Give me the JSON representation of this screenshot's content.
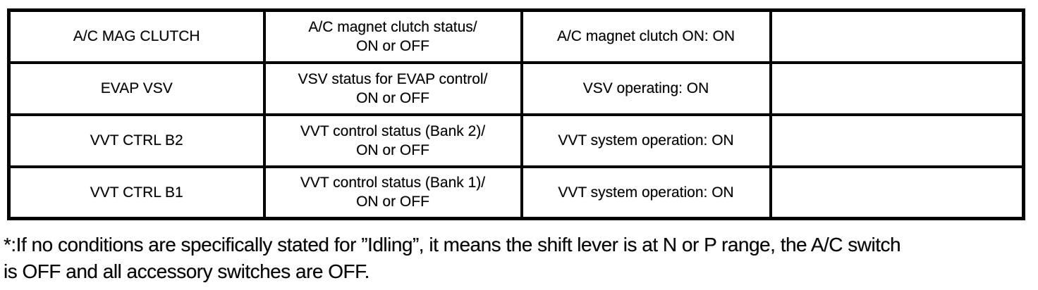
{
  "colors": {
    "ink": "#000000",
    "paper": "#ffffff"
  },
  "table": {
    "rows": [
      {
        "item": "A/C MAG CLUTCH",
        "description": [
          "A/C magnet clutch status/",
          "ON or OFF"
        ],
        "condition": "A/C magnet clutch ON: ON",
        "note": ""
      },
      {
        "item": "EVAP VSV",
        "description": [
          "VSV status for EVAP control/",
          "ON or OFF"
        ],
        "condition": "VSV operating: ON",
        "note": ""
      },
      {
        "item": "VVT CTRL B2",
        "description": [
          "VVT control status (Bank 2)/",
          "ON or OFF"
        ],
        "condition": "VVT system operation: ON",
        "note": ""
      },
      {
        "item": "VVT CTRL B1",
        "description": [
          "VVT control status (Bank 1)/",
          "ON or OFF"
        ],
        "condition": "VVT system operation: ON",
        "note": ""
      }
    ]
  },
  "footnote": {
    "lines": [
      "*:If no conditions are specifically stated for ”Idling”, it means the shift lever is at N or P range, the A/C switch",
      "is OFF and all accessory switches are OFF."
    ]
  }
}
